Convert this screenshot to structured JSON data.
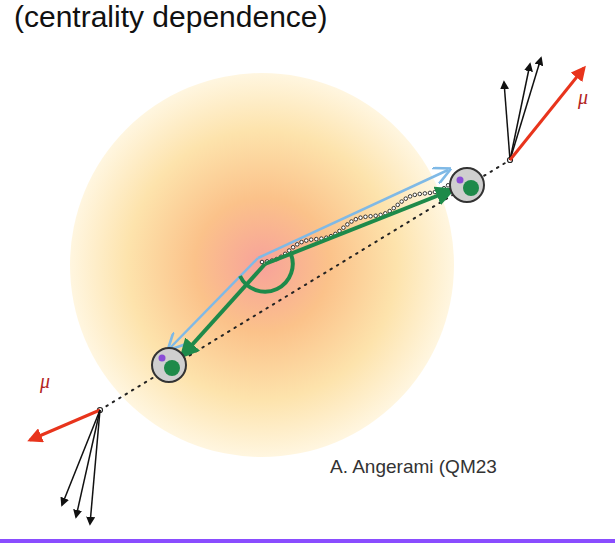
{
  "diagram": {
    "title": "(centrality dependence)",
    "labels": [
      "μ",
      "μ",
      "A. Angerami (QM23"
    ]
  }
}
